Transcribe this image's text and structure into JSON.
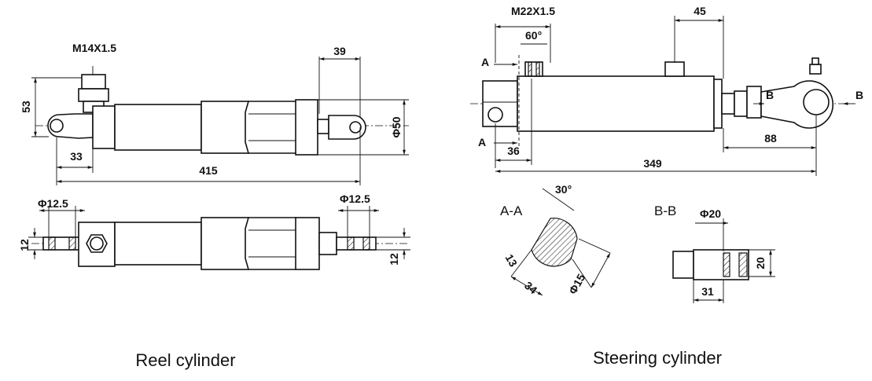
{
  "reel": {
    "caption": "Reel cylinder",
    "top_view": {
      "thread_label": "M14X1.5",
      "dim_height": "53",
      "dim_eye_offset": "33",
      "dim_total_length": "415",
      "dim_clevis_length": "39",
      "dim_diameter": "Φ50"
    },
    "bottom_view": {
      "dim_left_pin": "Φ12.5",
      "dim_right_pin": "Φ12.5",
      "dim_left_width": "12",
      "dim_right_width": "12"
    }
  },
  "steering": {
    "caption": "Steering cylinder",
    "main_view": {
      "thread_label": "M22X1.5",
      "angle_label": "60°",
      "dim_port_offset": "45",
      "dim_rod_end": "88",
      "dim_base_offset": "36",
      "dim_total_length": "349",
      "section_a_mark": "A",
      "section_b_mark": "B"
    },
    "section_aa": {
      "title": "A-A",
      "angle_label": "30°",
      "dim_flat": "13",
      "dim_width": "34",
      "dim_diameter": "Φ15"
    },
    "section_bb": {
      "title": "B-B",
      "dim_diameter": "Φ20",
      "dim_height": "20",
      "dim_length": "31"
    }
  }
}
